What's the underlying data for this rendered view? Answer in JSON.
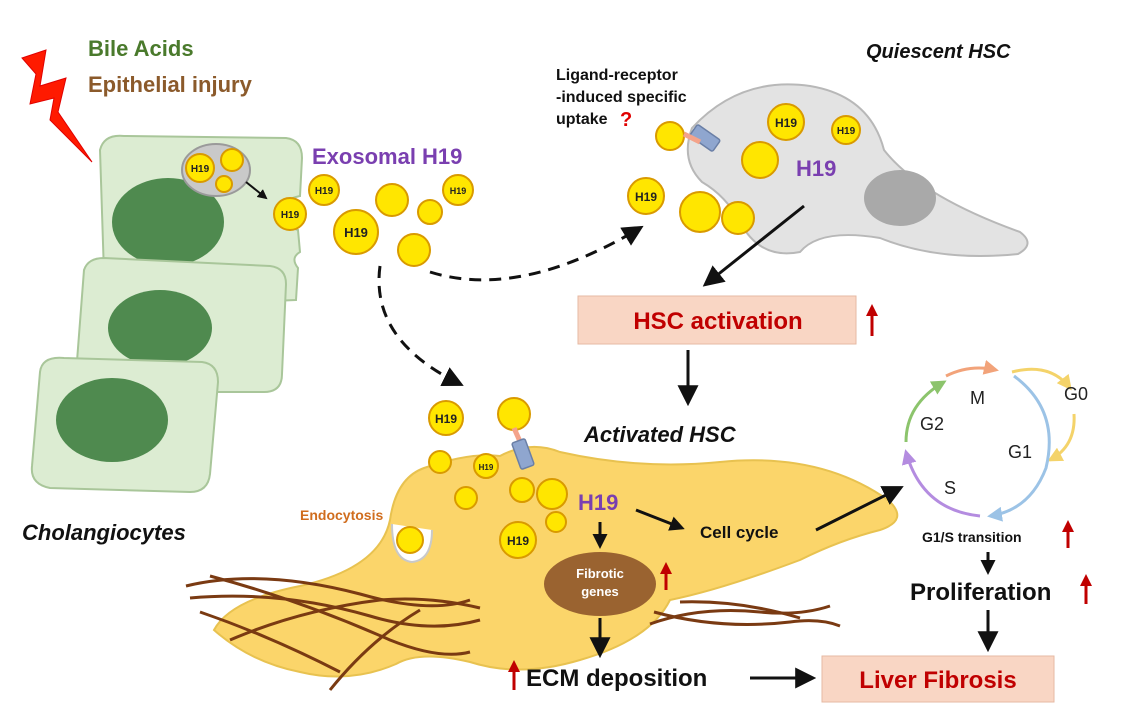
{
  "header": {
    "bile_acids": "Bile Acids",
    "epithelial_injury": "Epithelial injury"
  },
  "labels": {
    "cholangiocytes": "Cholangiocytes",
    "exosomal_h19": "Exosomal H19",
    "quiescent_hsc": "Quiescent HSC",
    "uptake_line1": "Ligand-receptor",
    "uptake_line2": "-induced specific",
    "uptake_line3": "uptake",
    "question_mark": "?",
    "h19_quiescent": "H19",
    "hsc_activation": "HSC activation",
    "activated_hsc": "Activated HSC",
    "endocytosis": "Endocytosis",
    "h19_activated": "H19",
    "cell_cycle": "Cell cycle",
    "fibrotic_line1": "Fibrotic",
    "fibrotic_line2": "genes",
    "ecm_deposition": "ECM deposition",
    "liver_fibrosis": "Liver Fibrosis",
    "g1s_transition": "G1/S transition",
    "proliferation": "Proliferation",
    "vesicle_label": "H19"
  },
  "cell_cycle_phases": [
    "M",
    "G0",
    "G1",
    "S",
    "G2"
  ],
  "colors": {
    "bile_acids": "#4a7a2c",
    "epithelial_injury": "#8b5a2b",
    "exosomal_h19": "#7a3fb0",
    "red_text": "#c00000",
    "box_fill": "#f9d6c4",
    "vesicle_fill": "#ffe600",
    "vesicle_stroke": "#d99a00",
    "activated_cell": "#fbd56a",
    "quiescent_cell": "#e3e3e3",
    "cholangiocyte": "#dcecd2",
    "nucleus_green": "#4f8a4f",
    "fibrotic_ellipse": "#9a6330",
    "fiber": "#7a3a12",
    "endocytosis_text": "#d06d1e",
    "phase_M": "#f2a37a",
    "phase_G0": "#f4d36a",
    "phase_G1": "#9cc3e6",
    "phase_S": "#b48ce0",
    "phase_G2": "#8cc46c"
  },
  "icons": [
    "lightning-bolt-icon",
    "up-arrow-icon",
    "receptor-icon"
  ]
}
